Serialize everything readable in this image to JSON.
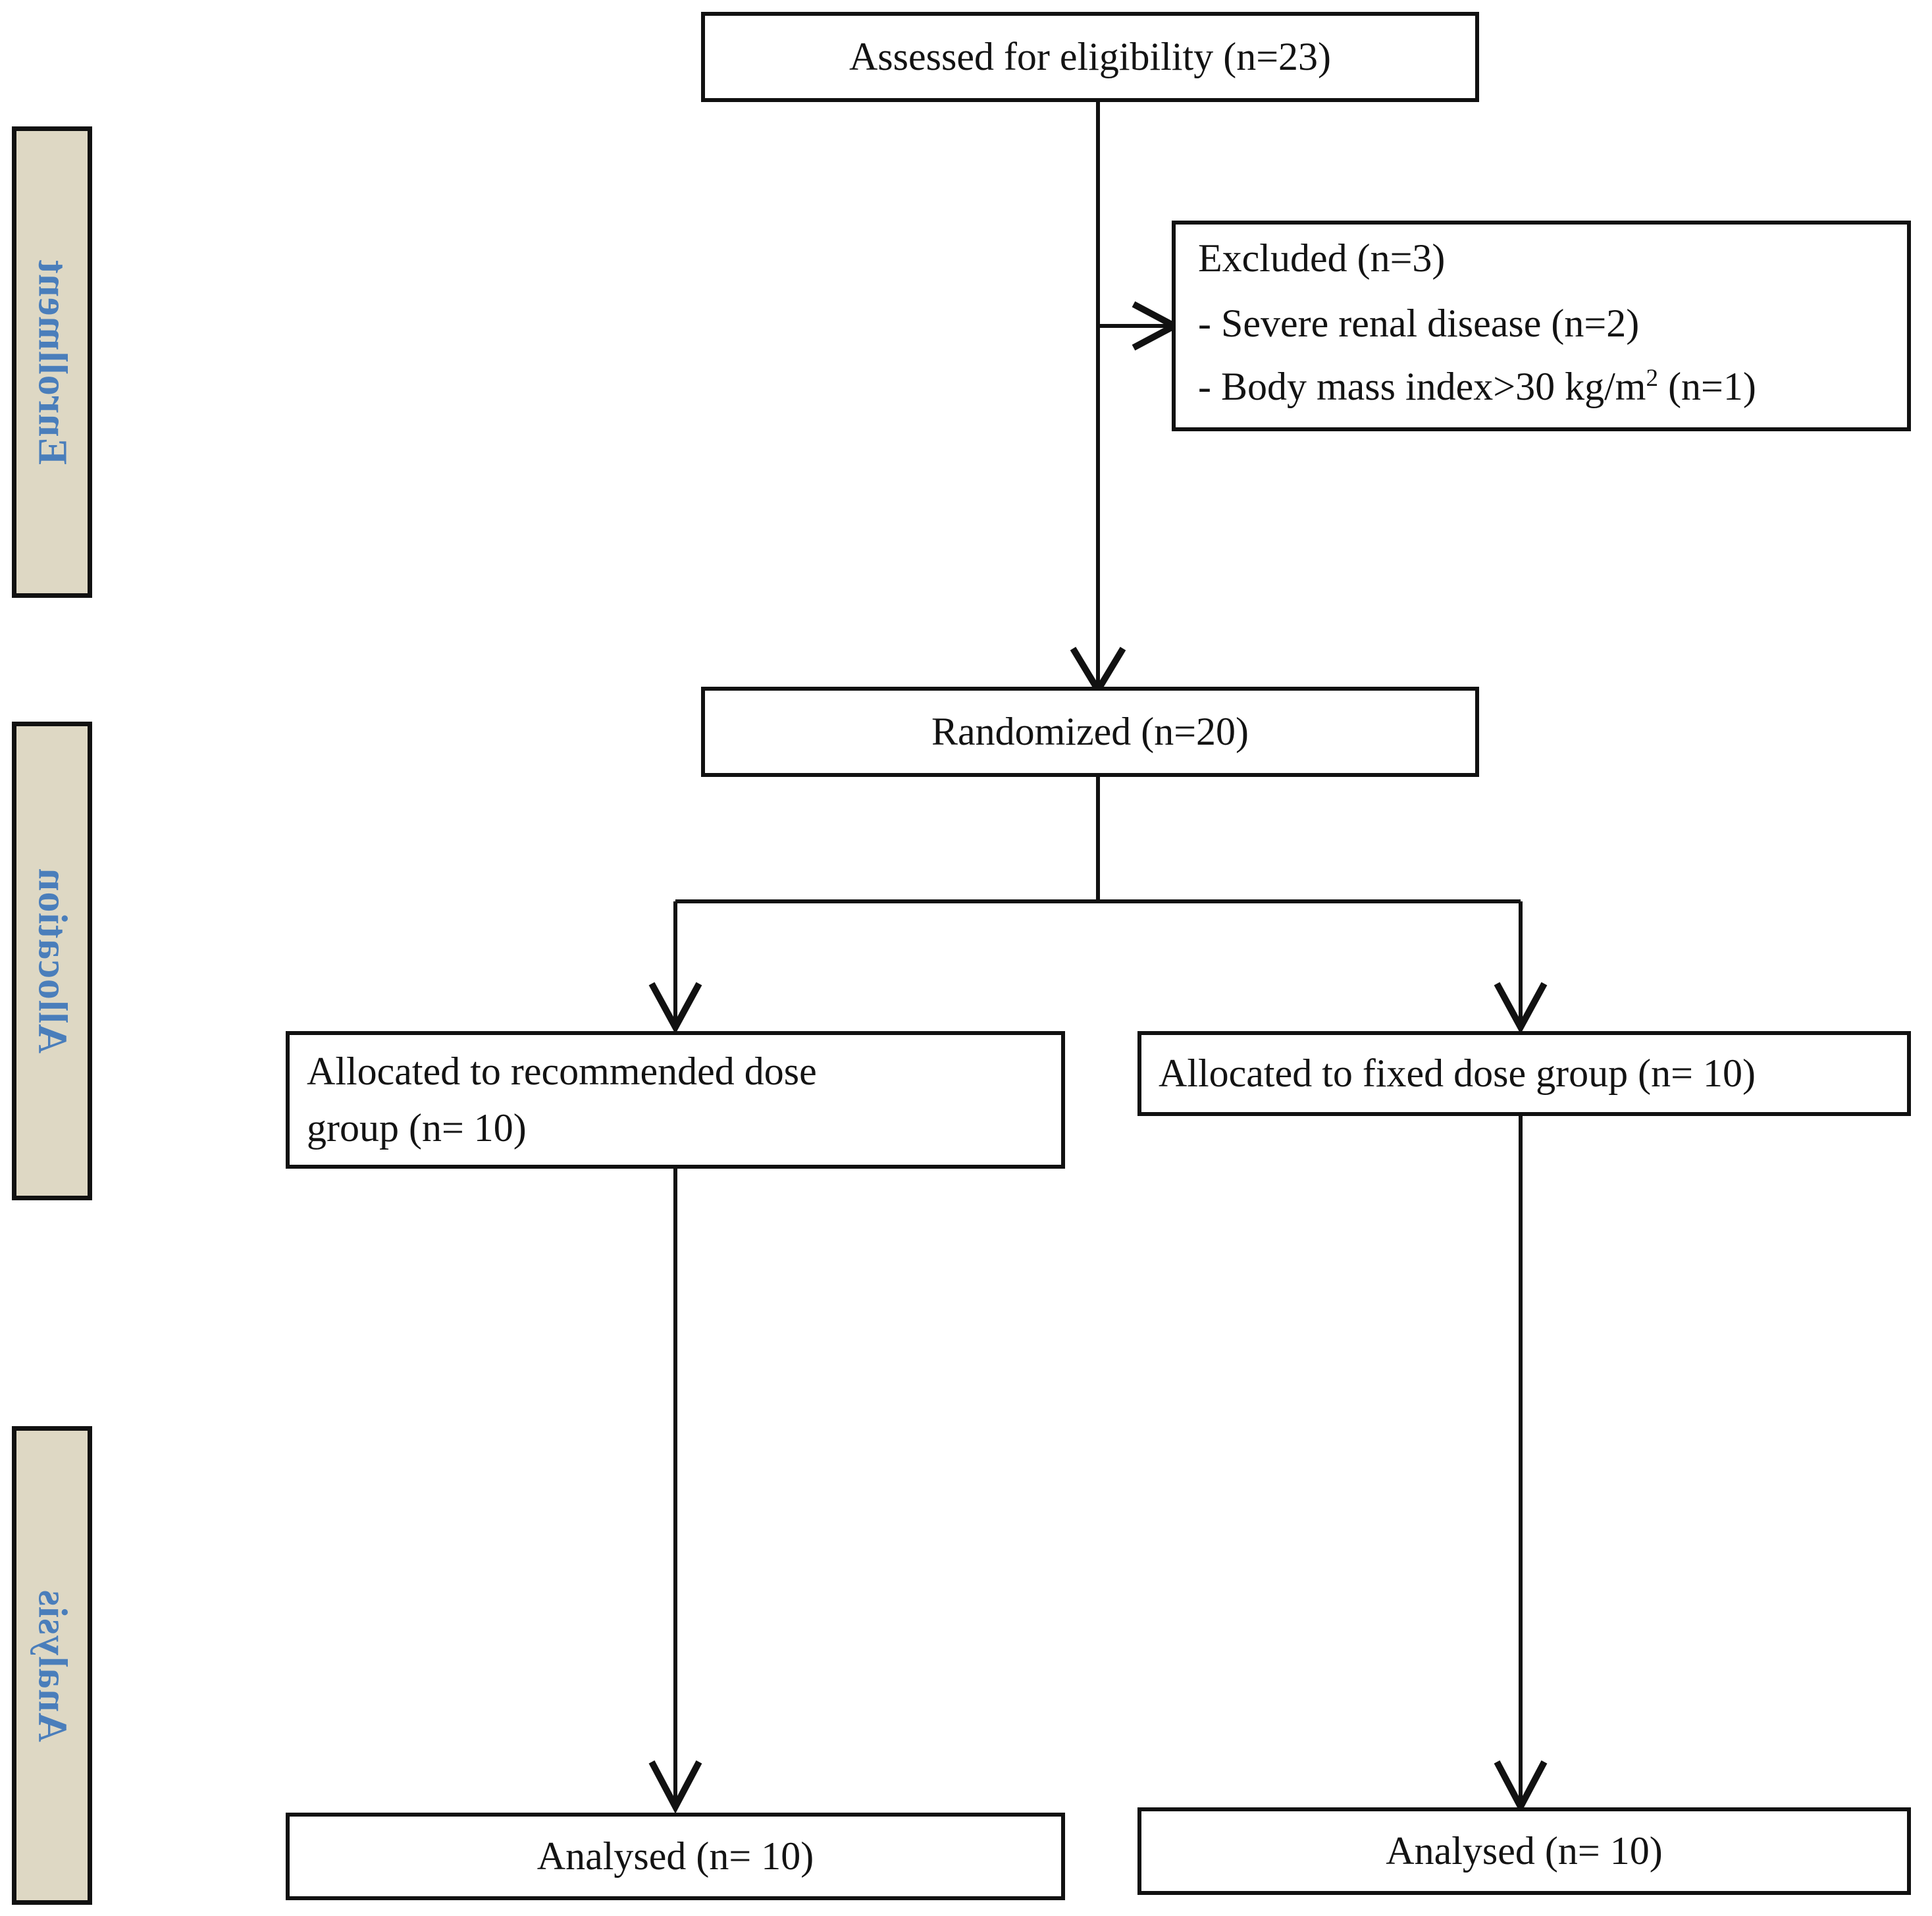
{
  "diagram": {
    "title": "CONSORT participant flow diagram",
    "accent_color": "#4A7EBB",
    "stage_band_color": "#DED8C4",
    "box_border_color": "#111111",
    "connector_color": "#111111"
  },
  "stages": [
    {
      "id": "enrollment",
      "label": "Enrollment"
    },
    {
      "id": "allocation",
      "label": "Allocation"
    },
    {
      "id": "analysis",
      "label": "Analysis"
    }
  ],
  "nodes": {
    "assessed": {
      "text": "Assessed for eligibility  (n=23)"
    },
    "excluded": {
      "heading": "Excluded  (n=3)",
      "reasons": [
        "- Severe renal disease (n=2)",
        "- Body mass index>30 kg/m"
      ],
      "reason2_sup": "2",
      "reason2_tail": "  (n=1)"
    },
    "randomized": {
      "text": "Randomized (n=20)"
    },
    "allocated_recommended": {
      "line1": "Allocated to recommended dose",
      "line2": "group (n= 10)"
    },
    "allocated_fixed": {
      "text": "Allocated to fixed dose group (n= 10)"
    },
    "analysed_left": {
      "text": "Analysed  (n= 10)"
    },
    "analysed_right": {
      "text": "Analysed  (n= 10)"
    }
  },
  "connectors": [
    {
      "id": "assessed-to-randomized",
      "kind": "vertical-arrow"
    },
    {
      "id": "assessed-to-excluded",
      "kind": "horizontal-arrow"
    },
    {
      "id": "randomized-split",
      "kind": "t-branch"
    },
    {
      "id": "recommended-to-analysed",
      "kind": "vertical-arrow"
    },
    {
      "id": "fixed-to-analysed",
      "kind": "vertical-arrow"
    }
  ]
}
